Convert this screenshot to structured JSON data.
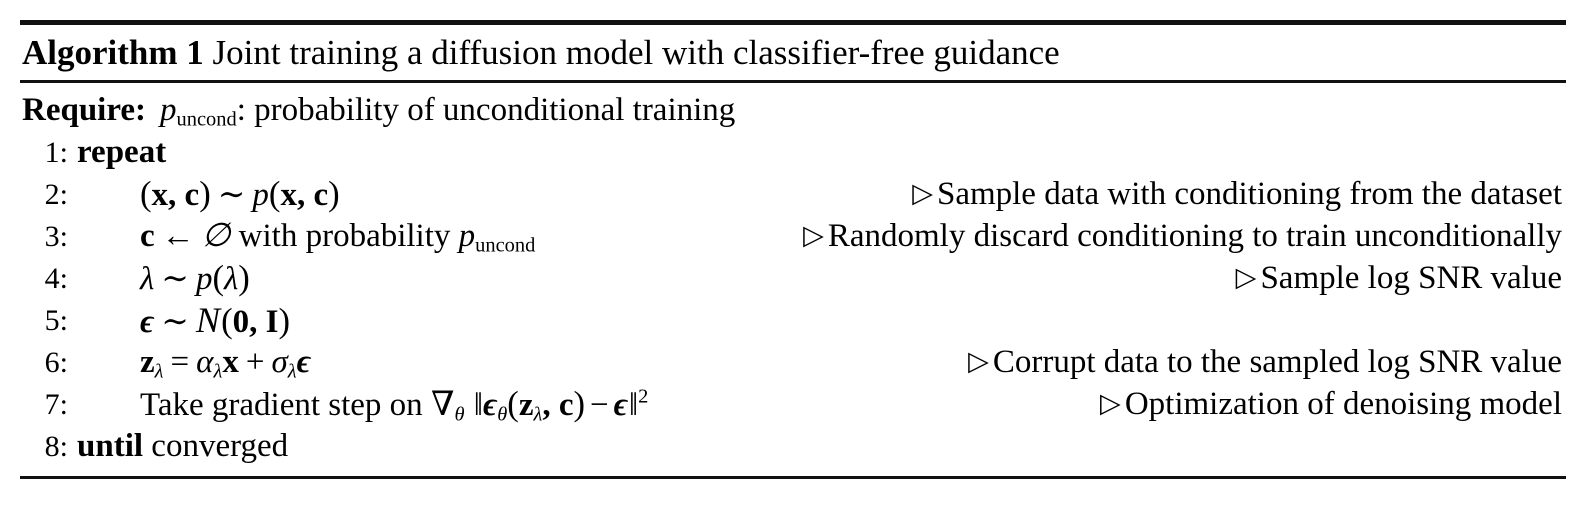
{
  "algorithm": {
    "title_label": "Algorithm 1",
    "title_text": "Joint training a diffusion model with classifier-free guidance",
    "require_label": "Require:",
    "require_symbol": "p",
    "require_symbol_sub": "uncond",
    "require_text": ": probability of unconditional training",
    "comment_marker": "▷",
    "lines": [
      {
        "number": "1:",
        "keyword": "repeat",
        "code_plain": "repeat",
        "comment": "",
        "indent": false
      },
      {
        "number": "2:",
        "code_plain": "(x, c) ~ p(x, c)",
        "comment": "Sample data with conditioning from the dataset",
        "indent": true
      },
      {
        "number": "3:",
        "code_plain": "c ← ∅ with probability p_uncond",
        "with_text": "with probability",
        "comment": "Randomly discard conditioning to train unconditionally",
        "indent": true
      },
      {
        "number": "4:",
        "code_plain": "λ ~ p(λ)",
        "comment": "Sample log SNR value",
        "indent": true
      },
      {
        "number": "5:",
        "code_plain": "ϵ ~ N(0, I)",
        "comment": "",
        "indent": true
      },
      {
        "number": "6:",
        "code_plain": "z_λ = α_λ x + σ_λ ϵ",
        "comment": "Corrupt data to the sampled log SNR value",
        "indent": true
      },
      {
        "number": "7:",
        "code_plain": "Take gradient step on ∇_θ ||ϵ_θ(z_λ, c) − ϵ||²",
        "take_text": "Take gradient step on",
        "comment": "Optimization of denoising model",
        "indent": true
      },
      {
        "number": "8:",
        "keyword": "until",
        "code_plain": "until converged",
        "tail_text": "converged",
        "comment": "",
        "indent": false
      }
    ],
    "symbols": {
      "x": "x",
      "c": "c",
      "p": "p",
      "lambda": "λ",
      "epsilon": "ϵ",
      "alpha": "α",
      "sigma": "σ",
      "theta": "θ",
      "zero": "0",
      "identity": "I",
      "z": "z",
      "cal_n": "N",
      "nabla": "∇",
      "emptyset": "∅",
      "leftarrow": "←",
      "sim": "∼",
      "equals": "=",
      "plus": "+",
      "minus": "−",
      "comma": ",",
      "lparen": "(",
      "rparen": ")",
      "norm_bar": "‖",
      "sup_two": "2",
      "uncond": "uncond"
    },
    "colors": {
      "ink": "#000000",
      "rule": "#111111",
      "background": "#ffffff"
    }
  }
}
